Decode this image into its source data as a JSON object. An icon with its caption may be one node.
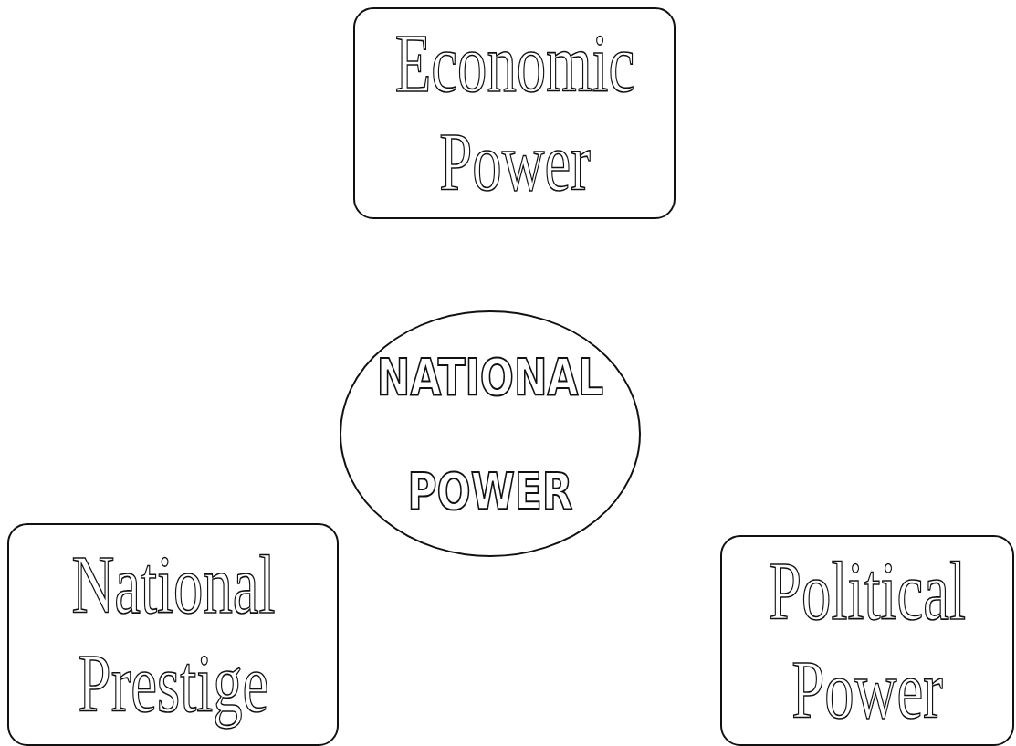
{
  "diagram": {
    "nodes": [
      {
        "text": [
          "Economic Power"
        ]
      },
      {
        "text": [
          "NATIONAL POWER"
        ]
      },
      {
        "text": [
          "National Prestige"
        ]
      },
      {
        "text": [
          "Political Power"
        ]
      }
    ]
  }
}
